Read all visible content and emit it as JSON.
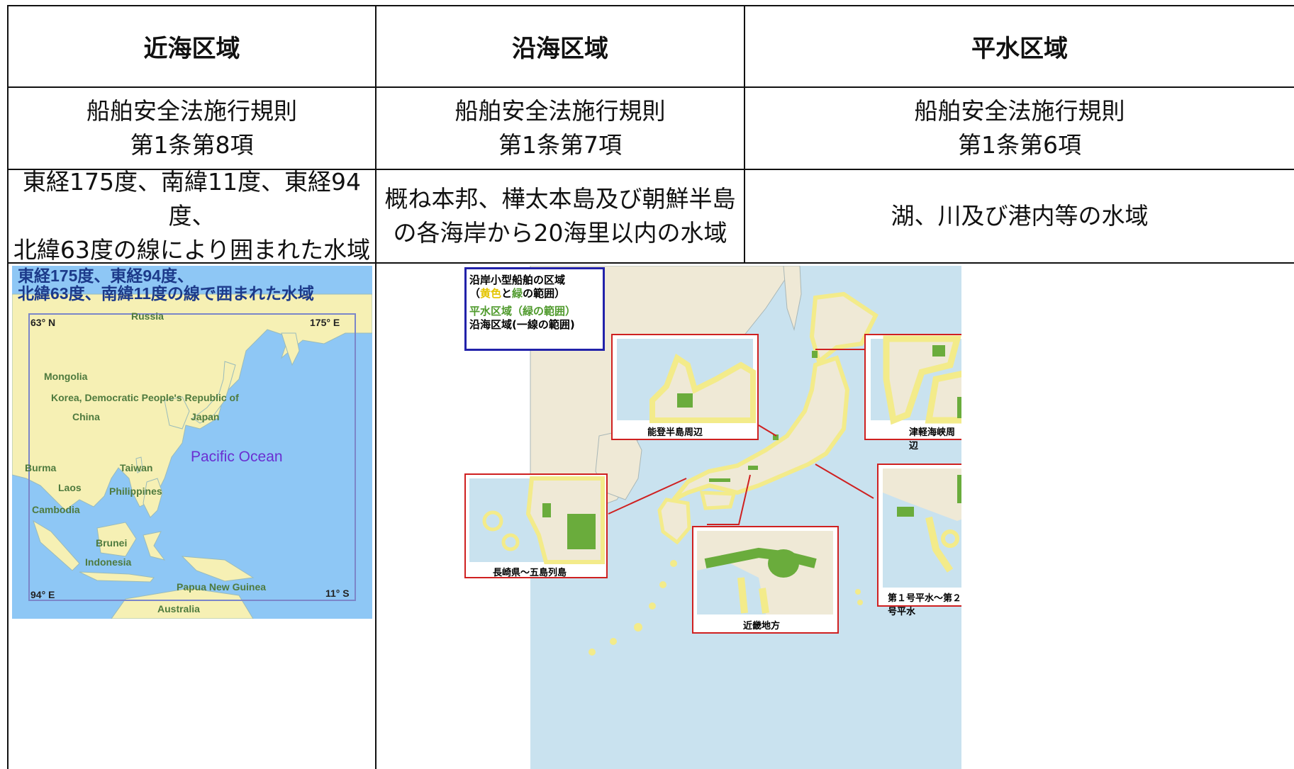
{
  "table": {
    "headers": [
      "近海区域",
      "沿海区域",
      "平水区域"
    ],
    "rules": [
      {
        "line1": "船舶安全法施行規則",
        "line2": "第1条第8項"
      },
      {
        "line1": "船舶安全法施行規則",
        "line2": "第1条第7項"
      },
      {
        "line1": "船舶安全法施行規則",
        "line2": "第1条第6項"
      }
    ],
    "descriptions": [
      {
        "line1": "東経175度、南緯11度、東経94度、",
        "line2": "北緯63度の線により囲まれた水域"
      },
      {
        "line1": "概ね本邦、樺太本島及び朝鮮半島",
        "line2": "の各海岸から20海里以内の水域"
      },
      {
        "line1": "湖、川及び港内等の水域",
        "line2": ""
      }
    ]
  },
  "near_sea_map": {
    "title_line1": "東経175度、東経94度、",
    "title_line2": "北緯63度、南緯11度の線で囲まれた水域",
    "corners": {
      "nw": "63° N",
      "ne": "175° E",
      "sw": "94° E",
      "se": "11° S"
    },
    "places": [
      "Russia",
      "Mongolia",
      "Korea, Democratic People's Republic of",
      "China",
      "Japan",
      "Pacific Ocean",
      "Burma",
      "Taiwan",
      "Laos",
      "Philippines",
      "Cambodia",
      "Brunei",
      "Indonesia",
      "Papua New Guinea",
      "Australia"
    ],
    "colors": {
      "sea": "#8ec7f5",
      "land": "#f6f0b4",
      "title": "#1c3a8a",
      "ocean_label": "#6a2fd1"
    }
  },
  "coastal_map": {
    "legend": {
      "l1": "沿岸小型船舶の区域",
      "l2a": "（",
      "l2b": "黄色",
      "l2c": "と",
      "l2d": "緑",
      "l2e": "の範囲）",
      "l3": "平水区域（緑の範囲）",
      "l4": "沿海区域(一線の範囲)"
    },
    "insets": [
      "能登半島周辺",
      "津軽海峡周辺",
      "長崎県～五島列島",
      "近畿地方",
      "第１号平水～第２号平水"
    ],
    "colors": {
      "sea": "#c9e2ef",
      "land": "#efe9d6",
      "yellow": "#f3eb8a",
      "green": "#6aac3c",
      "frame": "#cf2020",
      "legend_border": "#2222aa"
    }
  }
}
